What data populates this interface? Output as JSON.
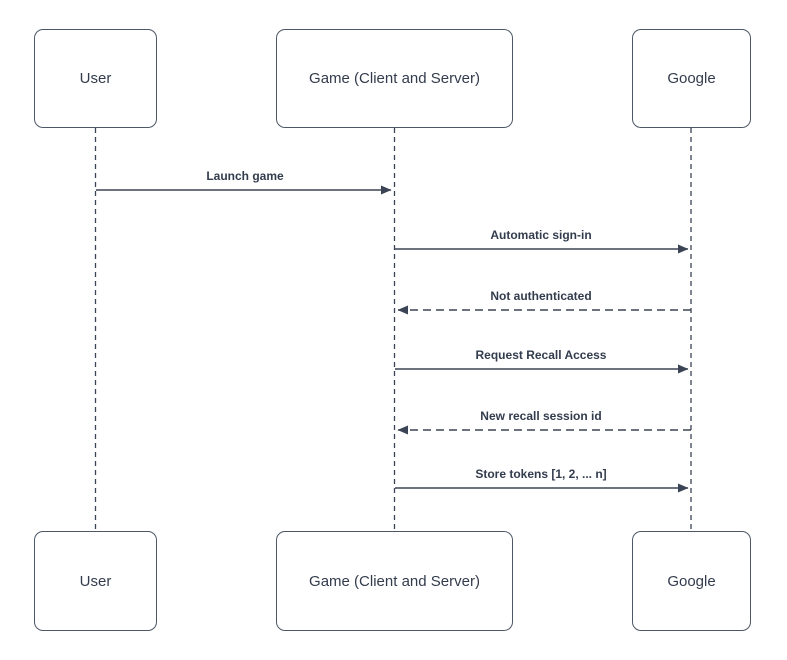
{
  "diagram": {
    "kind": "uml-sequence-diagram",
    "actors": [
      {
        "id": "user",
        "label": "User"
      },
      {
        "id": "game",
        "label": "Game (Client and Server)"
      },
      {
        "id": "google",
        "label": "Google"
      }
    ],
    "messages": [
      {
        "from": "user",
        "to": "game",
        "label": "Launch game",
        "line_style": "solid"
      },
      {
        "from": "game",
        "to": "google",
        "label": "Automatic sign-in",
        "line_style": "solid"
      },
      {
        "from": "google",
        "to": "game",
        "label": "Not authenticated",
        "line_style": "dashed"
      },
      {
        "from": "game",
        "to": "google",
        "label": "Request Recall Access",
        "line_style": "solid"
      },
      {
        "from": "google",
        "to": "game",
        "label": "New recall session id",
        "line_style": "dashed"
      },
      {
        "from": "game",
        "to": "google",
        "label": "Store tokens [1, 2, ... n]",
        "line_style": "solid"
      }
    ],
    "colors": {
      "background": "#ffffff",
      "box_border": "#4d5866",
      "line": "#3b4454",
      "text": "#333c4d"
    }
  }
}
